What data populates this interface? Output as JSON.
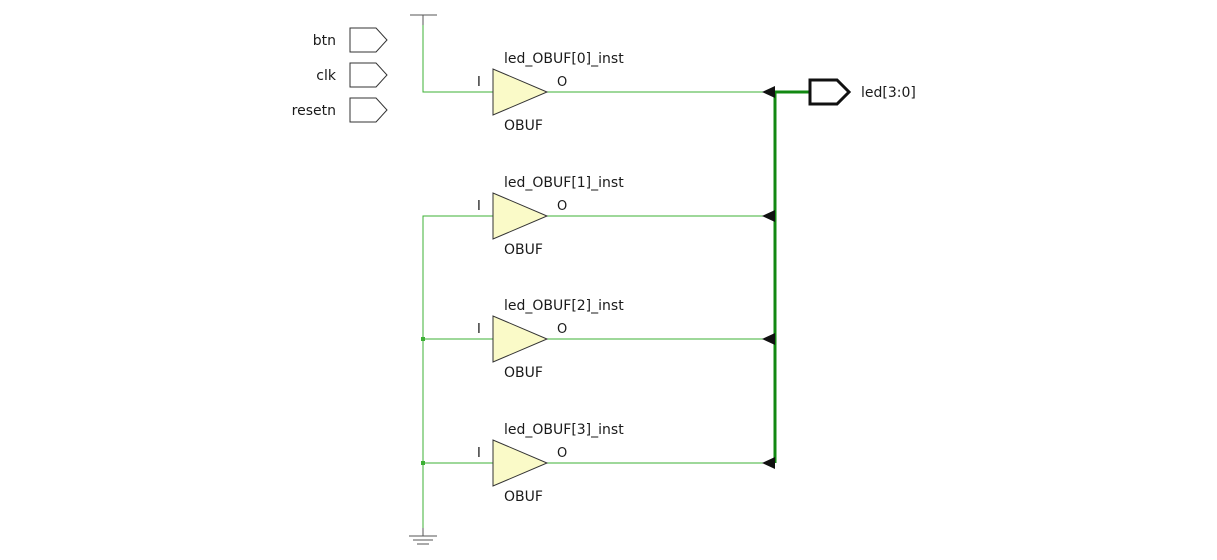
{
  "input_ports": [
    {
      "name": "btn"
    },
    {
      "name": "clk"
    },
    {
      "name": "resetn"
    }
  ],
  "output_port": {
    "name": "led[3:0]"
  },
  "buffers": [
    {
      "instance": "led_OBUF[0]_inst",
      "cell": "OBUF",
      "in_pin": "I",
      "out_pin": "O"
    },
    {
      "instance": "led_OBUF[1]_inst",
      "cell": "OBUF",
      "in_pin": "I",
      "out_pin": "O"
    },
    {
      "instance": "led_OBUF[2]_inst",
      "cell": "OBUF",
      "in_pin": "I",
      "out_pin": "O"
    },
    {
      "instance": "led_OBUF[3]_inst",
      "cell": "OBUF",
      "in_pin": "I",
      "out_pin": "O"
    }
  ],
  "colors": {
    "net": "#3cb034",
    "bus": "#118811",
    "buffer_fill": "#fafac8",
    "background": "#ffffff"
  }
}
